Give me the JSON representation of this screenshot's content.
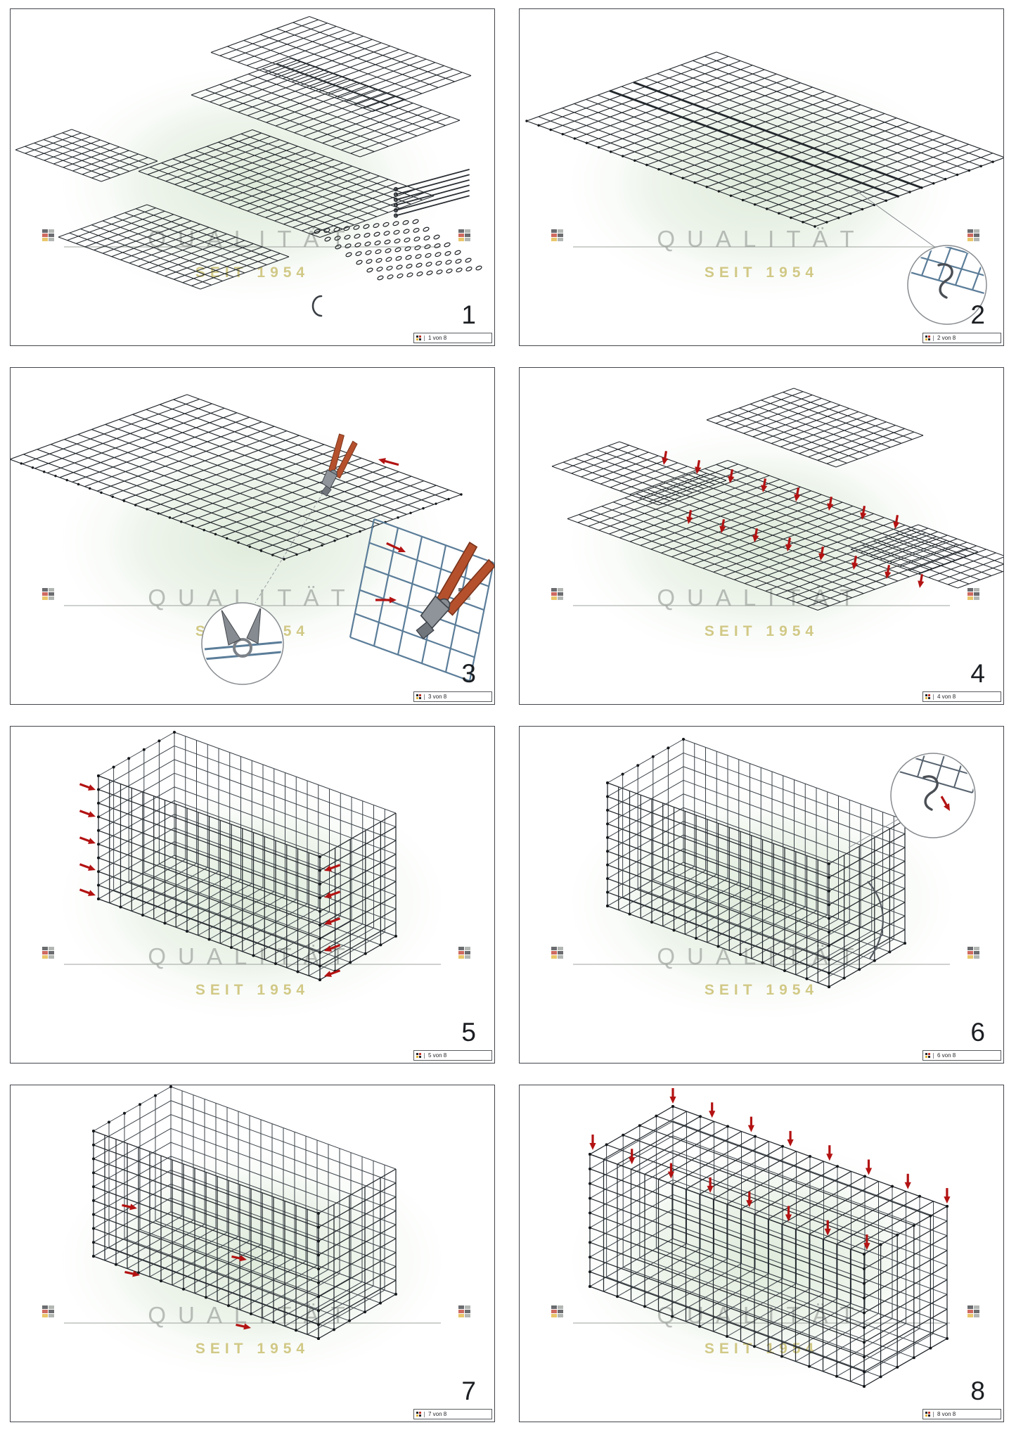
{
  "watermark": {
    "brand": "QUALITÄT",
    "since": "SEIT 1954"
  },
  "panels": [
    {
      "number": "1",
      "caption": "1 von 8"
    },
    {
      "number": "2",
      "caption": "2 von 8"
    },
    {
      "number": "3",
      "caption": "3 von 8"
    },
    {
      "number": "4",
      "caption": "4 von 8"
    },
    {
      "number": "5",
      "caption": "5 von 8"
    },
    {
      "number": "6",
      "caption": "6 von 8"
    },
    {
      "number": "7",
      "caption": "7 von 8"
    },
    {
      "number": "8",
      "caption": "8 von 8"
    }
  ],
  "drawing_colors": {
    "mesh_dark": "#23282d",
    "mesh_mid": "#3c434a",
    "arrow_red": "#b31212",
    "detail_mesh_blue": "#5b7d99",
    "pliers_handle": "#b5502d",
    "pliers_metal": "#878d93",
    "dot_black": "#15181b"
  }
}
